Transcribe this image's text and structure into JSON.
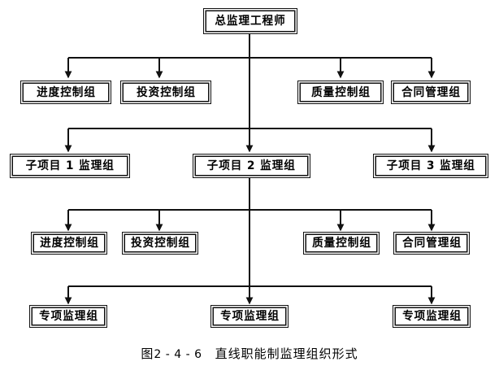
{
  "figure": {
    "caption_label": "图",
    "caption_number": "2 - 4 - 6",
    "caption_title": "直线职能制监理组织形式"
  },
  "chart_data": {
    "type": "diagram",
    "diagram_kind": "organization-chart",
    "title": "直线职能制监理组织形式",
    "orientation": "top-down",
    "levels": [
      {
        "level": 1,
        "name": "chief-supervisor",
        "nodes": [
          "总监理工程师"
        ]
      },
      {
        "level": 2,
        "name": "functional-groups-top",
        "nodes": [
          "进度控制组",
          "投资控制组",
          "质量控制组",
          "合同管理组"
        ]
      },
      {
        "level": 3,
        "name": "subproject-groups",
        "nodes": [
          "子项目 1 监理组",
          "子项目 2 监理组",
          "子项目 3 监理组"
        ]
      },
      {
        "level": 4,
        "name": "functional-groups-bottom",
        "nodes": [
          "进度控制组",
          "投资控制组",
          "质量控制组",
          "合同管理组"
        ]
      },
      {
        "level": 5,
        "name": "special-supervision-groups",
        "nodes": [
          "专项监理组",
          "专项监理组",
          "专项监理组"
        ]
      }
    ],
    "edges": [
      {
        "from": "总监理工程师",
        "to": "进度控制组 (L2)"
      },
      {
        "from": "总监理工程师",
        "to": "投资控制组 (L2)"
      },
      {
        "from": "总监理工程师",
        "to": "质量控制组 (L2)"
      },
      {
        "from": "总监理工程师",
        "to": "合同管理组 (L2)"
      },
      {
        "from": "总监理工程师",
        "to": "子项目 1 监理组"
      },
      {
        "from": "总监理工程师",
        "to": "子项目 2 监理组"
      },
      {
        "from": "总监理工程师",
        "to": "子项目 3 监理组"
      },
      {
        "from": "子项目 2 监理组",
        "to": "进度控制组 (L4)"
      },
      {
        "from": "子项目 2 监理组",
        "to": "投资控制组 (L4)"
      },
      {
        "from": "子项目 2 监理组",
        "to": "质量控制组 (L4)"
      },
      {
        "from": "子项目 2 监理组",
        "to": "合同管理组 (L4)"
      },
      {
        "from": "子项目 2 监理组",
        "to": "专项监理组 (左)"
      },
      {
        "from": "子项目 2 监理组",
        "to": "专项监理组 (中)"
      },
      {
        "from": "子项目 2 监理组",
        "to": "专项监理组 (右)"
      }
    ]
  },
  "nodes": {
    "chief": "总监理工程师",
    "l2_schedule": "进度控制组",
    "l2_investment": "投资控制组",
    "l2_quality": "质量控制组",
    "l2_contract": "合同管理组",
    "l3_sub1": "子项目 1 监理组",
    "l3_sub2": "子项目 2 监理组",
    "l3_sub3": "子项目 3 监理组",
    "l4_schedule": "进度控制组",
    "l4_investment": "投资控制组",
    "l4_quality": "质量控制组",
    "l4_contract": "合同管理组",
    "l5_special1": "专项监理组",
    "l5_special2": "专项监理组",
    "l5_special3": "专项监理组"
  },
  "colors": {
    "ink": "#111111",
    "paper": "#ffffff"
  }
}
